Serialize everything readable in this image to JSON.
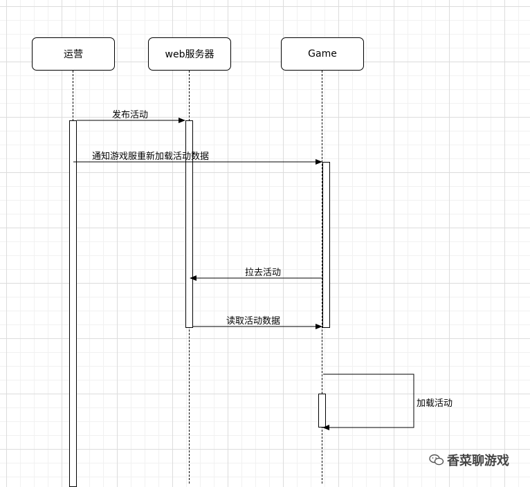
{
  "actors": [
    {
      "id": "ops",
      "label": "运营"
    },
    {
      "id": "web",
      "label": "web服务器"
    },
    {
      "id": "game",
      "label": "Game"
    }
  ],
  "messages": [
    {
      "from": "ops",
      "to": "web",
      "label": "发布活动"
    },
    {
      "from": "ops",
      "to": "game",
      "label": "通知游戏服重新加载活动数据"
    },
    {
      "from": "game",
      "to": "web",
      "label": "拉去活动"
    },
    {
      "from": "web",
      "to": "game",
      "label": "读取活动数据"
    },
    {
      "from": "game",
      "to": "game",
      "label": "加载活动"
    }
  ],
  "watermark": {
    "text": "香菜聊游戏",
    "icon": "wechat-icon"
  }
}
